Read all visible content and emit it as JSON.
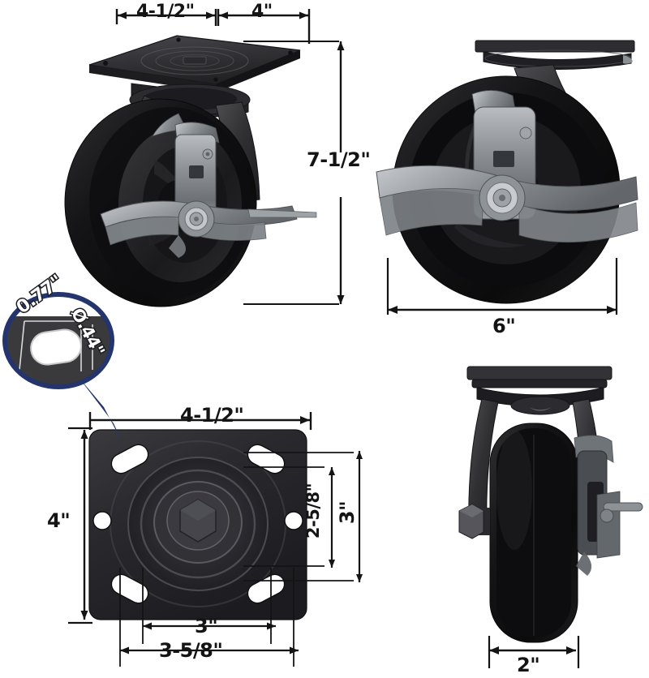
{
  "document": {
    "kind": "product-dimension-diagram",
    "subject": "swivel caster wheel with side brake",
    "background_color": "#ffffff",
    "line_color": "#141414",
    "callout_color": "#24356e"
  },
  "views": [
    {
      "id": "view-three-quarter",
      "name": "three-quarter-view",
      "description": "Swivel caster shown at an angle with top mounting plate, swivel fork and side brake lever"
    },
    {
      "id": "view-side",
      "name": "side-profile-view",
      "description": "Side profile of caster wheel with brake lever across the wheel face"
    },
    {
      "id": "view-top-plate",
      "name": "top-plate-view",
      "description": "Top mounting plate face showing four slotted bolt holes, swivel raceway rings and central hex nut"
    },
    {
      "id": "view-front",
      "name": "front-view",
      "description": "Front view showing wheel tread width, fork legs, axle nut and brake pedal"
    },
    {
      "id": "callout-slot",
      "name": "bolt-slot-magnifier",
      "description": "Magnified ellipse callout of one slotted bolt hole"
    }
  ],
  "dimensions": {
    "plate_length_top": "4-1/2\"",
    "plate_offset_top": "4\"",
    "overall_height": "7-1/2\"",
    "wheel_diameter": "6\"",
    "plate_length": "4-1/2\"",
    "plate_width": "4\"",
    "bolt_hole_spacing_vertical_inner": "2-5/8\"",
    "bolt_hole_spacing_vertical_outer": "3\"",
    "bolt_hole_spacing_horizontal_inner": "3\"",
    "bolt_hole_spacing_horizontal_outer": "3-5/8\"",
    "wheel_width": "2\"",
    "slot_length": "0.77\"",
    "slot_diameter": "Ø.44\""
  },
  "labels": {
    "top_plate_length": "4-1/2\"",
    "top_plate_offset": "4\"",
    "overall_height": "7-1/2\"",
    "wheel_diameter": "6\"",
    "plate_length": "4-1/2\"",
    "plate_width": "4\"",
    "slot_span_inner_v": "2-5/8\"",
    "slot_span_outer_v": "3\"",
    "slot_span_inner_h": "3\"",
    "slot_span_outer_h": "3-5/8\"",
    "wheel_width": "2\"",
    "slot_length": "0.77\"",
    "slot_hole_diameter": "Ø.44\""
  }
}
